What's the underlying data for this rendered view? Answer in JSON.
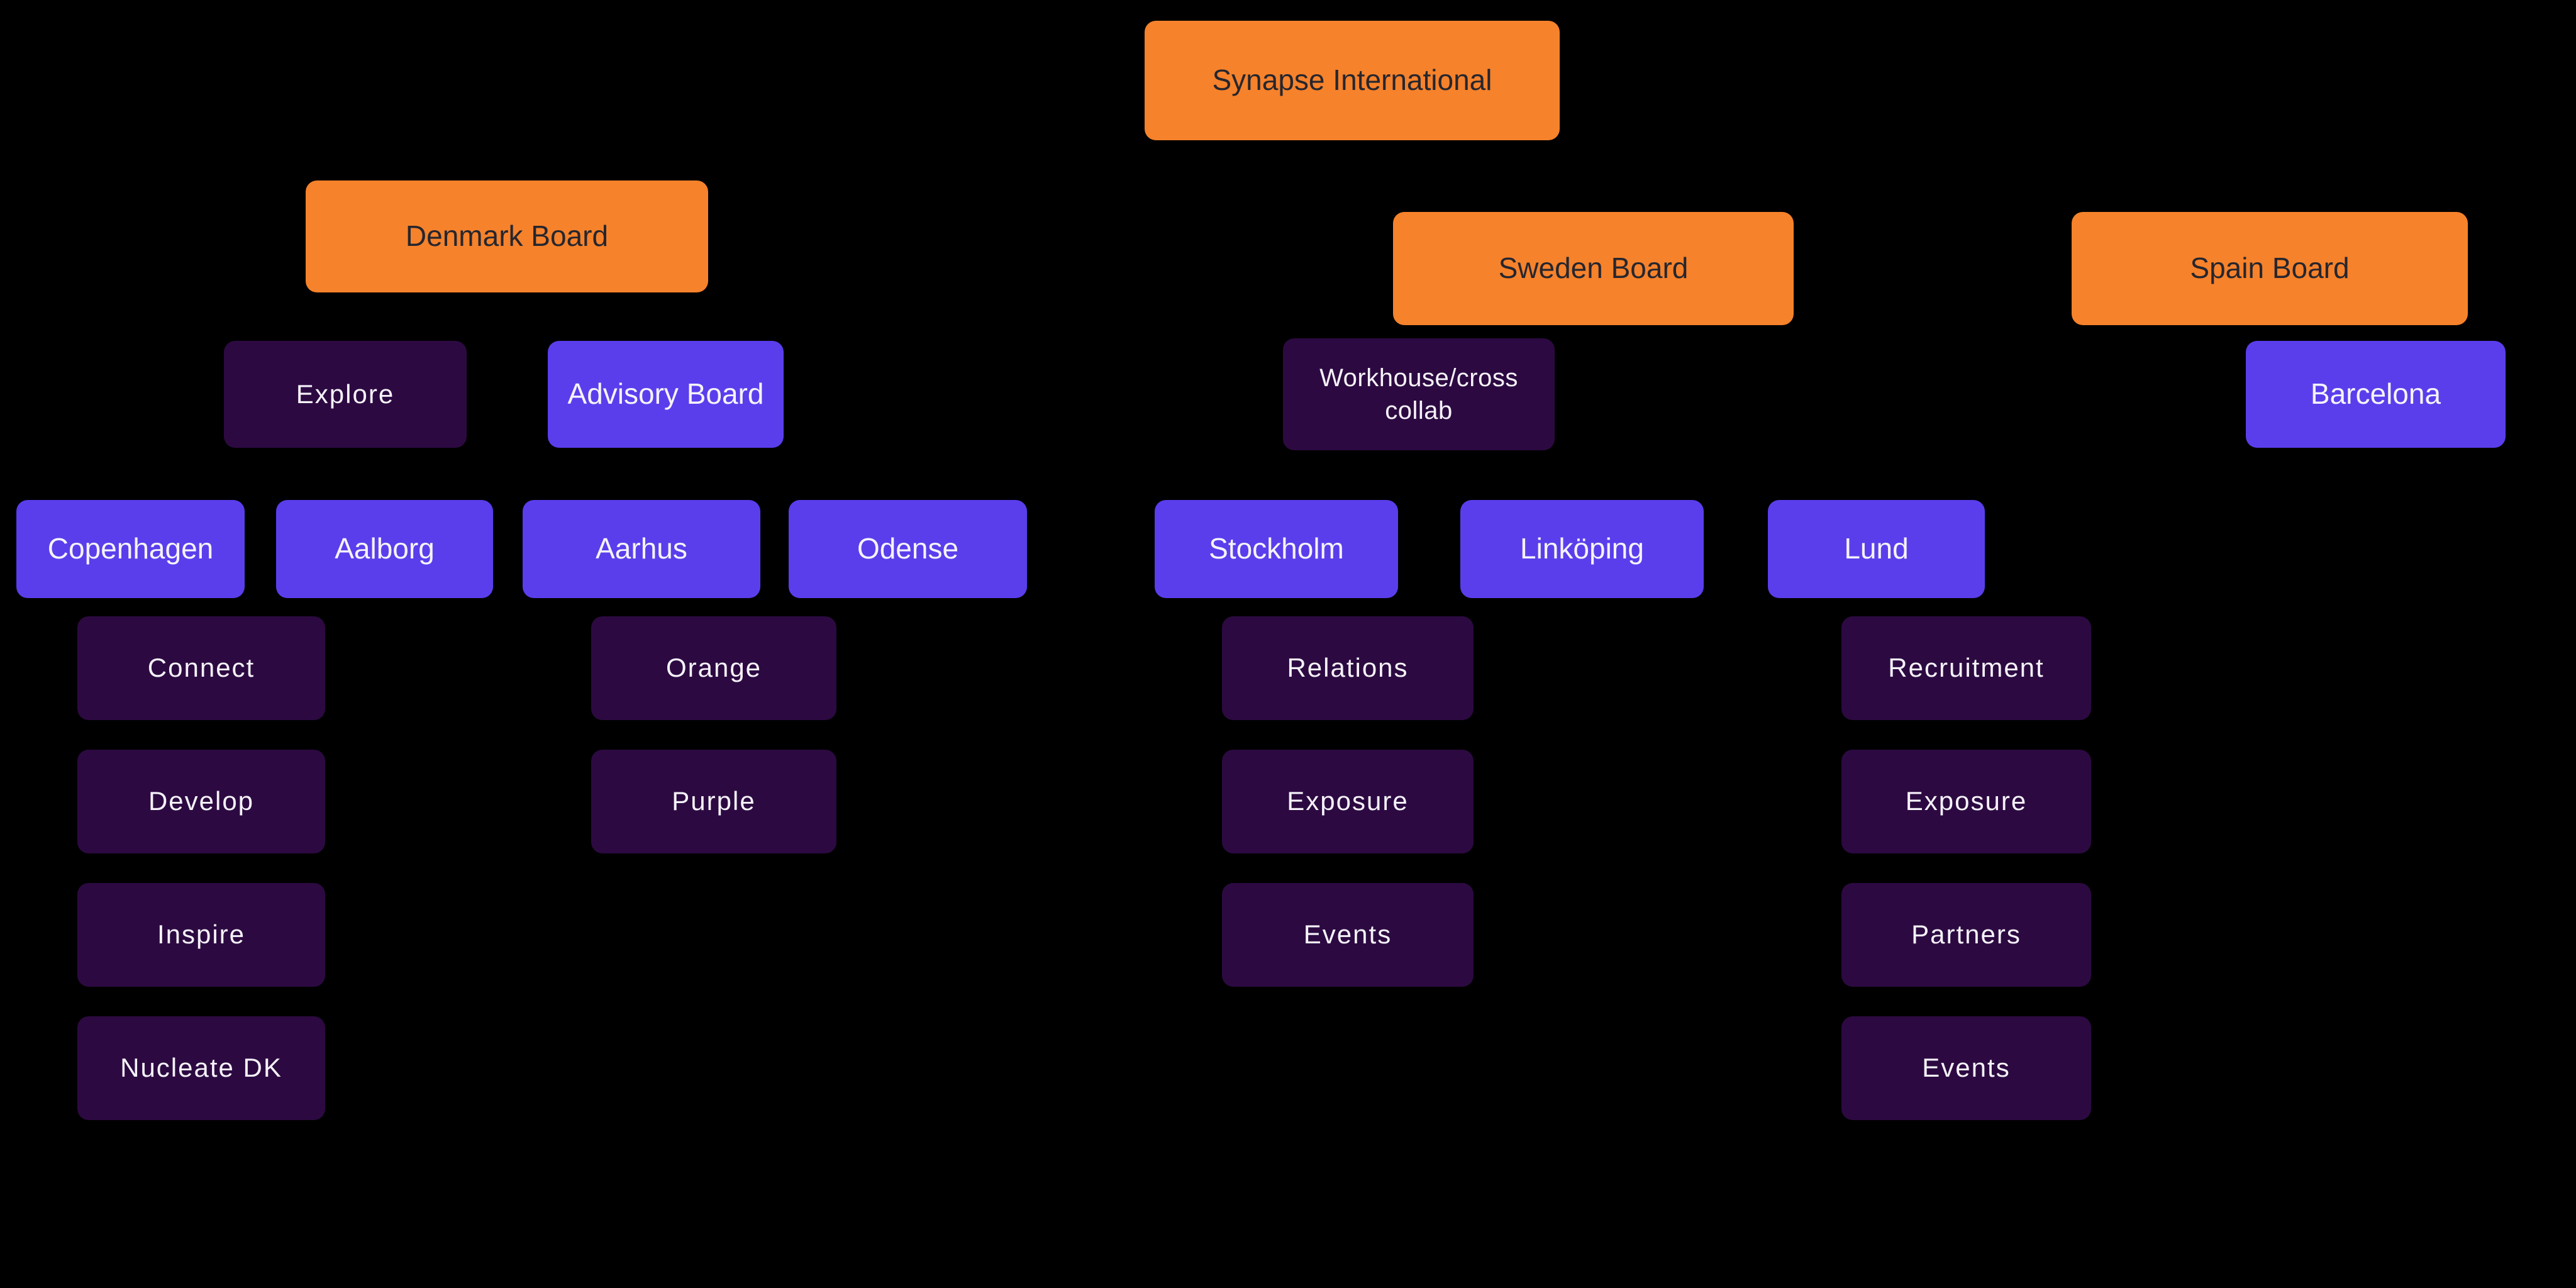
{
  "background": "#000000",
  "colors": {
    "orange": "#F6822B",
    "violet": "#5A3EEC",
    "dark_purple": "#2C0A41",
    "text_on_orange": "#26262E",
    "text_on_purple": "#F6F2FA"
  },
  "nodes": {
    "synapse": {
      "label": "Synapse International",
      "type": "orange"
    },
    "denmark_board": {
      "label": "Denmark Board",
      "type": "orange"
    },
    "sweden_board": {
      "label": "Sweden Board",
      "type": "orange"
    },
    "spain_board": {
      "label": "Spain Board",
      "type": "orange"
    },
    "explore": {
      "label": "Explore",
      "type": "dark"
    },
    "advisory_board": {
      "label": "Advisory Board",
      "type": "violet"
    },
    "workhouse": {
      "label": "Workhouse/cross collab",
      "type": "dark"
    },
    "barcelona": {
      "label": "Barcelona",
      "type": "violet"
    },
    "copenhagen": {
      "label": "Copenhagen",
      "type": "violet"
    },
    "aalborg": {
      "label": "Aalborg",
      "type": "violet"
    },
    "aarhus": {
      "label": "Aarhus",
      "type": "violet"
    },
    "odense": {
      "label": "Odense",
      "type": "violet"
    },
    "stockholm": {
      "label": "Stockholm",
      "type": "violet"
    },
    "linkoping": {
      "label": "Linköping",
      "type": "violet"
    },
    "lund": {
      "label": "Lund",
      "type": "violet"
    },
    "connect": {
      "label": "Connect",
      "type": "dark"
    },
    "develop": {
      "label": "Develop",
      "type": "dark"
    },
    "inspire": {
      "label": "Inspire",
      "type": "dark"
    },
    "nucleate_dk": {
      "label": "Nucleate DK",
      "type": "dark"
    },
    "orange_team": {
      "label": "Orange",
      "type": "dark"
    },
    "purple_team": {
      "label": "Purple",
      "type": "dark"
    },
    "relations": {
      "label": "Relations",
      "type": "dark"
    },
    "exposure_stockholm": {
      "label": "Exposure",
      "type": "dark"
    },
    "events_stockholm": {
      "label": "Events",
      "type": "dark"
    },
    "recruitment": {
      "label": "Recruitment",
      "type": "dark"
    },
    "exposure_lund": {
      "label": "Exposure",
      "type": "dark"
    },
    "partners": {
      "label": "Partners",
      "type": "dark"
    },
    "events_lund": {
      "label": "Events",
      "type": "dark"
    }
  },
  "hierarchy": {
    "synapse": [
      "denmark_board",
      "sweden_board",
      "spain_board"
    ],
    "denmark_board": [
      "explore",
      "advisory_board",
      "copenhagen",
      "aalborg",
      "aarhus",
      "odense"
    ],
    "sweden_board": [
      "workhouse",
      "stockholm",
      "linkoping",
      "lund"
    ],
    "spain_board": [
      "barcelona"
    ],
    "copenhagen": [
      "connect",
      "develop",
      "inspire",
      "nucleate_dk"
    ],
    "aarhus": [
      "orange_team",
      "purple_team"
    ],
    "stockholm": [
      "relations",
      "exposure_stockholm",
      "events_stockholm"
    ],
    "lund": [
      "recruitment",
      "exposure_lund",
      "partners",
      "events_lund"
    ]
  }
}
